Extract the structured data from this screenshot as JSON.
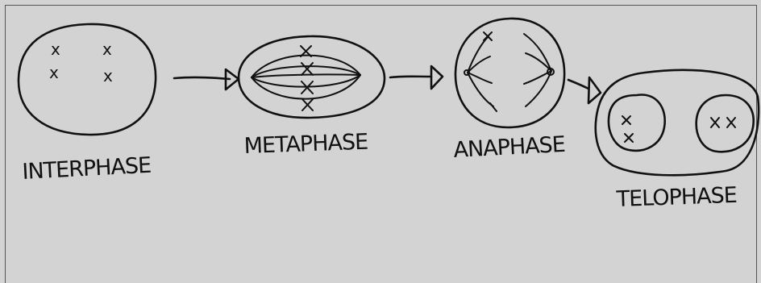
{
  "stages": [
    {
      "label": "INTERPHASE"
    },
    {
      "label": "METAPHASE"
    },
    {
      "label": "ANAPHASE"
    },
    {
      "label": "TELOPHASE"
    }
  ],
  "chromosome_glyph": "x"
}
